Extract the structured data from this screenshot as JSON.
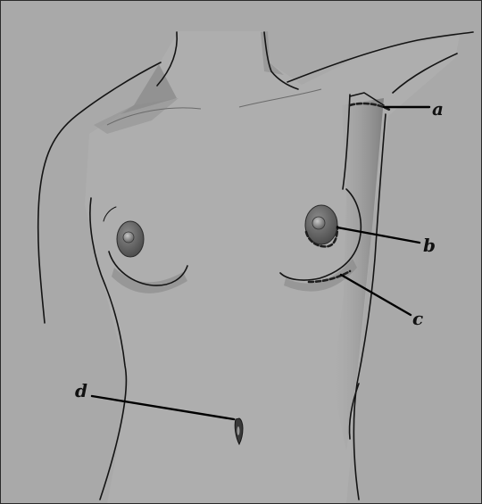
{
  "figure": {
    "callouts": [
      {
        "id": "a",
        "label": "a"
      },
      {
        "id": "b",
        "label": "b"
      },
      {
        "id": "c",
        "label": "c"
      },
      {
        "id": "d",
        "label": "d"
      }
    ]
  },
  "colors": {
    "background": "#a9a9a9",
    "frame": "#2a2a2a",
    "outline": "#141414",
    "shadow": "#7d7d7d",
    "highlight": "#c2c2c2",
    "areola": "#5e5e5e",
    "incision": "#1e1e1e",
    "leader_line": "#000000"
  }
}
